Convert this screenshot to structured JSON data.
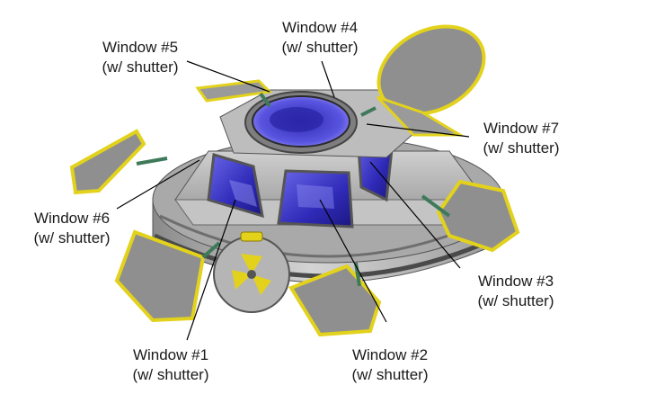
{
  "labels": {
    "w1": {
      "name": "Window #1",
      "note": "(w/ shutter)"
    },
    "w2": {
      "name": "Window #2",
      "note": "(w/ shutter)"
    },
    "w3": {
      "name": "Window #3",
      "note": "(w/ shutter)"
    },
    "w4": {
      "name": "Window #4",
      "note": "(w/ shutter)"
    },
    "w5": {
      "name": "Window #5",
      "note": "(w/ shutter)"
    },
    "w6": {
      "name": "Window #6",
      "note": "(w/ shutter)"
    },
    "w7": {
      "name": "Window #7",
      "note": "(w/ shutter)"
    }
  },
  "colors": {
    "hull": "#b8b8b8",
    "hull_dark": "#7d7d7d",
    "hull_light": "#dcdcdc",
    "shutter": "#8f8f8f",
    "shutter_edge": "#e3d21c",
    "glass": "#3b37c9",
    "glass_light": "#8c8cf0",
    "leader": "#000000"
  }
}
